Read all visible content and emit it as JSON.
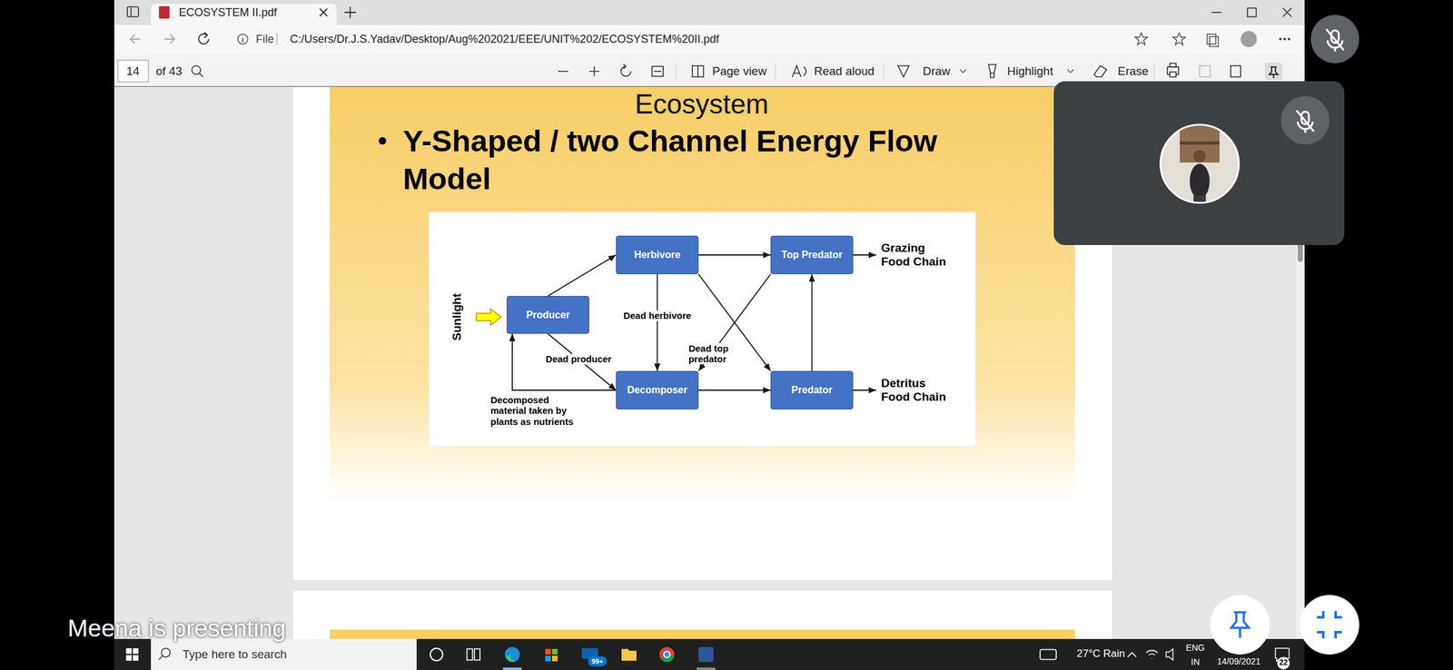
{
  "diagram": {
    "title": "Y-Shaped / two Channel Energy Flow Model",
    "nodes": [
      {
        "text": [
          "Producer"
        ]
      },
      {
        "text": [
          "Herbivore"
        ]
      },
      {
        "text": [
          "Top Predator"
        ]
      },
      {
        "text": [
          "Decomposer"
        ]
      },
      {
        "text": [
          "Predator"
        ]
      }
    ],
    "edges": [
      {
        "from": 0,
        "to": 1,
        "arrow": "to"
      },
      {
        "from": 1,
        "to": 2,
        "arrow": "to"
      },
      {
        "from": 1,
        "to": 3,
        "label": "Dead herbivore",
        "arrow": "to"
      },
      {
        "from": 0,
        "to": 3,
        "label": "Dead producer",
        "arrow": "to"
      },
      {
        "from": 3,
        "to": 4,
        "arrow": "to"
      },
      {
        "from": 4,
        "to": 2,
        "arrow": "to"
      },
      {
        "from": 1,
        "to": 4,
        "arrow": "to"
      },
      {
        "from": 2,
        "to": 3,
        "label": "Dead top predator",
        "arrow": "to"
      },
      {
        "from": 3,
        "to": 0,
        "label": "Decomposed material taken by plants as nutrients",
        "arrow": "to"
      }
    ],
    "labels": [
      "Ecosystem",
      "Sunlight",
      "Grazing Food Chain",
      "Detritus Food Chain",
      "ECOSYSTEM II.pdf",
      "File",
      "C:/Users/Dr.J.S.Yadav/Desktop/Aug%202021/EEE/UNIT%202/ECOSYSTEM%20II.pdf",
      "14",
      "of 43",
      "Page view",
      "Read aloud",
      "Draw",
      "Highlight",
      "Erase",
      "Meena is presenting",
      "Type here to search",
      "99+",
      "27°C Rain",
      "ENG",
      "IN",
      "14/09/2021",
      "22"
    ]
  }
}
